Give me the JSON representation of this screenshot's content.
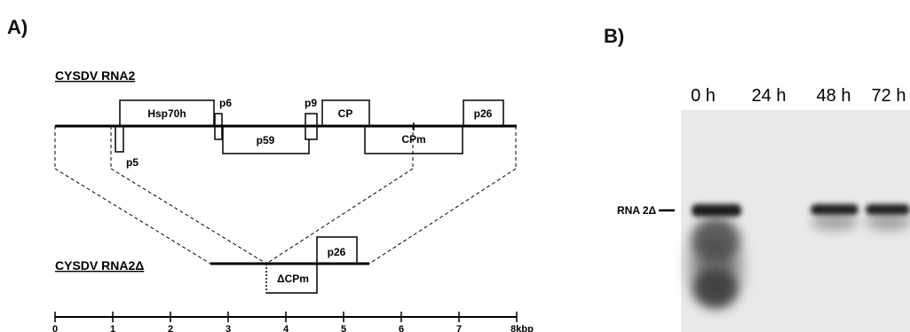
{
  "panel_a": {
    "label": "A)",
    "rna2_title": "CYSDV RNA2",
    "rna2d_title": "CYSDV RNA2Δ",
    "orfs": {
      "hsp70h": "Hsp70h",
      "p5": "p5",
      "p6": "p6",
      "p59": "p59",
      "p9": "p9",
      "cp": "CP",
      "cpm": "CPm",
      "p26": "p26",
      "dcpm": "ΔCPm",
      "p26_d": "p26"
    },
    "scale": {
      "ticks": [
        "0",
        "1",
        "2",
        "3",
        "4",
        "5",
        "6",
        "7",
        "8kbp"
      ]
    }
  },
  "panel_b": {
    "label": "B)",
    "lanes": [
      "0 h",
      "24 h",
      "48 h",
      "72 h"
    ],
    "band_label": "RNA 2Δ"
  }
}
